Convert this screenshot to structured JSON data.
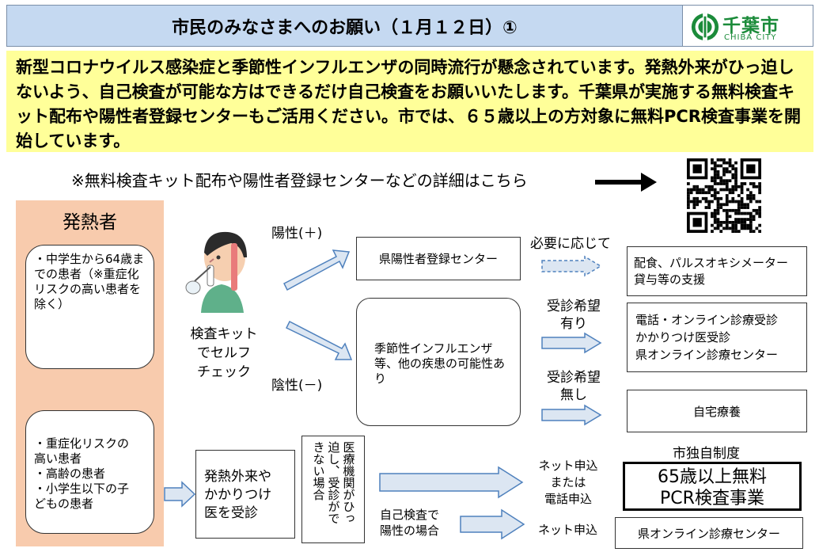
{
  "header": {
    "title": "市民のみなさまへのお願い（１月１２日）①",
    "logo_name": "千葉市",
    "logo_sub": "CHIBA CITY"
  },
  "notice": {
    "text": "新型コロナウイルス感染症と季節性インフルエンザの同時流行が懸念されています。発熱外来がひっ迫しないよう、自己検査が可能な方はできるだけ自己検査をお願いいたします。千葉県が実施する無料検査キット配布や陽性者登録センターもご活用ください。市では、６５歳以上の方対象に無料PCR検査事業を開始しています。"
  },
  "detail_note": "※無料検査キット配布や陽性者登録センターなどの詳細はこちら",
  "fever": {
    "title": "発熱者",
    "group1": "・中学生から64歳までの患者（※重症化リスクの高い患者を除く）",
    "group2_lines": [
      "・重症化リスクの",
      "高い患者",
      "・高齢の患者",
      "・小学生以下の子",
      "どもの患者"
    ]
  },
  "self_check": {
    "lines": [
      "検査キット",
      "でセルフ",
      "チェック"
    ],
    "positive": "陽性(＋)",
    "negative": "陰性(－)"
  },
  "nodes": {
    "registration_center": "県陽性者登録センター",
    "as_needed": "必要に応じて",
    "meal_support_lines": [
      "配食、パルスオキシメーター",
      "貸与等の支援"
    ],
    "other_disease": "季節性インフルエンザ等、他の疾患の可能性あり",
    "want_visit_lines": [
      "受診希望",
      "有り"
    ],
    "online_lines": [
      "電話・オンライン診療受診",
      "かかりつけ医受診",
      "県オンライン診療センター"
    ],
    "no_visit_lines": [
      "受診希望",
      "無し"
    ],
    "home_care": "自宅療養",
    "fever_outpatient_lines": [
      "発熱外来や",
      "かかりつけ",
      "医を受診"
    ],
    "cannot_visit_lines": [
      "医療機関がひっ",
      "迫し、受診がで",
      "きない場合"
    ],
    "net_or_phone_lines": [
      "ネット申込",
      "または",
      "電話申込"
    ],
    "city_program_label": "市独自制度",
    "pcr_lines": [
      "65歳以上無料",
      "PCR検査事業"
    ],
    "self_positive_lines": [
      "自己検査で",
      "陽性の場合"
    ],
    "net_apply": "ネット申込",
    "online_center": "県オンライン診療センター"
  },
  "colors": {
    "header_bg": "#c5d9f1",
    "notice_bg": "#ffff99",
    "fever_bg": "#f8cbad",
    "arrow_fill": "#dce6f2",
    "arrow_stroke": "#4f81bd",
    "logo_green": "#1b8b3a"
  }
}
